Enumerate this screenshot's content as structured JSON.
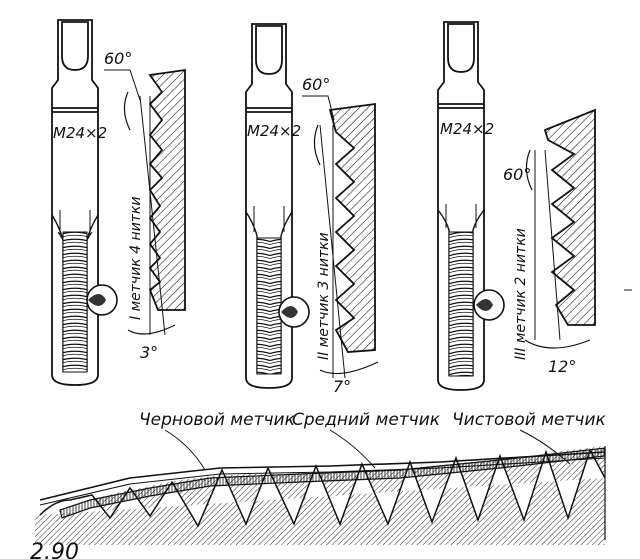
{
  "taps": [
    {
      "designation": "M24×2",
      "name": "Черновой метчик",
      "angle_label": "60°",
      "taper_label": "3°",
      "roman": "I",
      "thread_note": "метчик 4 нитки"
    },
    {
      "designation": "M24×2",
      "name": "Средний метчик",
      "angle_label": "60°",
      "taper_label": "7°",
      "roman": "II",
      "thread_note": "метчик 3 нитки"
    },
    {
      "designation": "M24×2",
      "name": "Чистовой метчик",
      "angle_label": "60°",
      "taper_label": "12°",
      "roman": "III",
      "thread_note": "метчик 2 нитки"
    }
  ],
  "figure_number": "2.90",
  "colors": {
    "ink": "#111111",
    "paper": "#ffffff"
  }
}
